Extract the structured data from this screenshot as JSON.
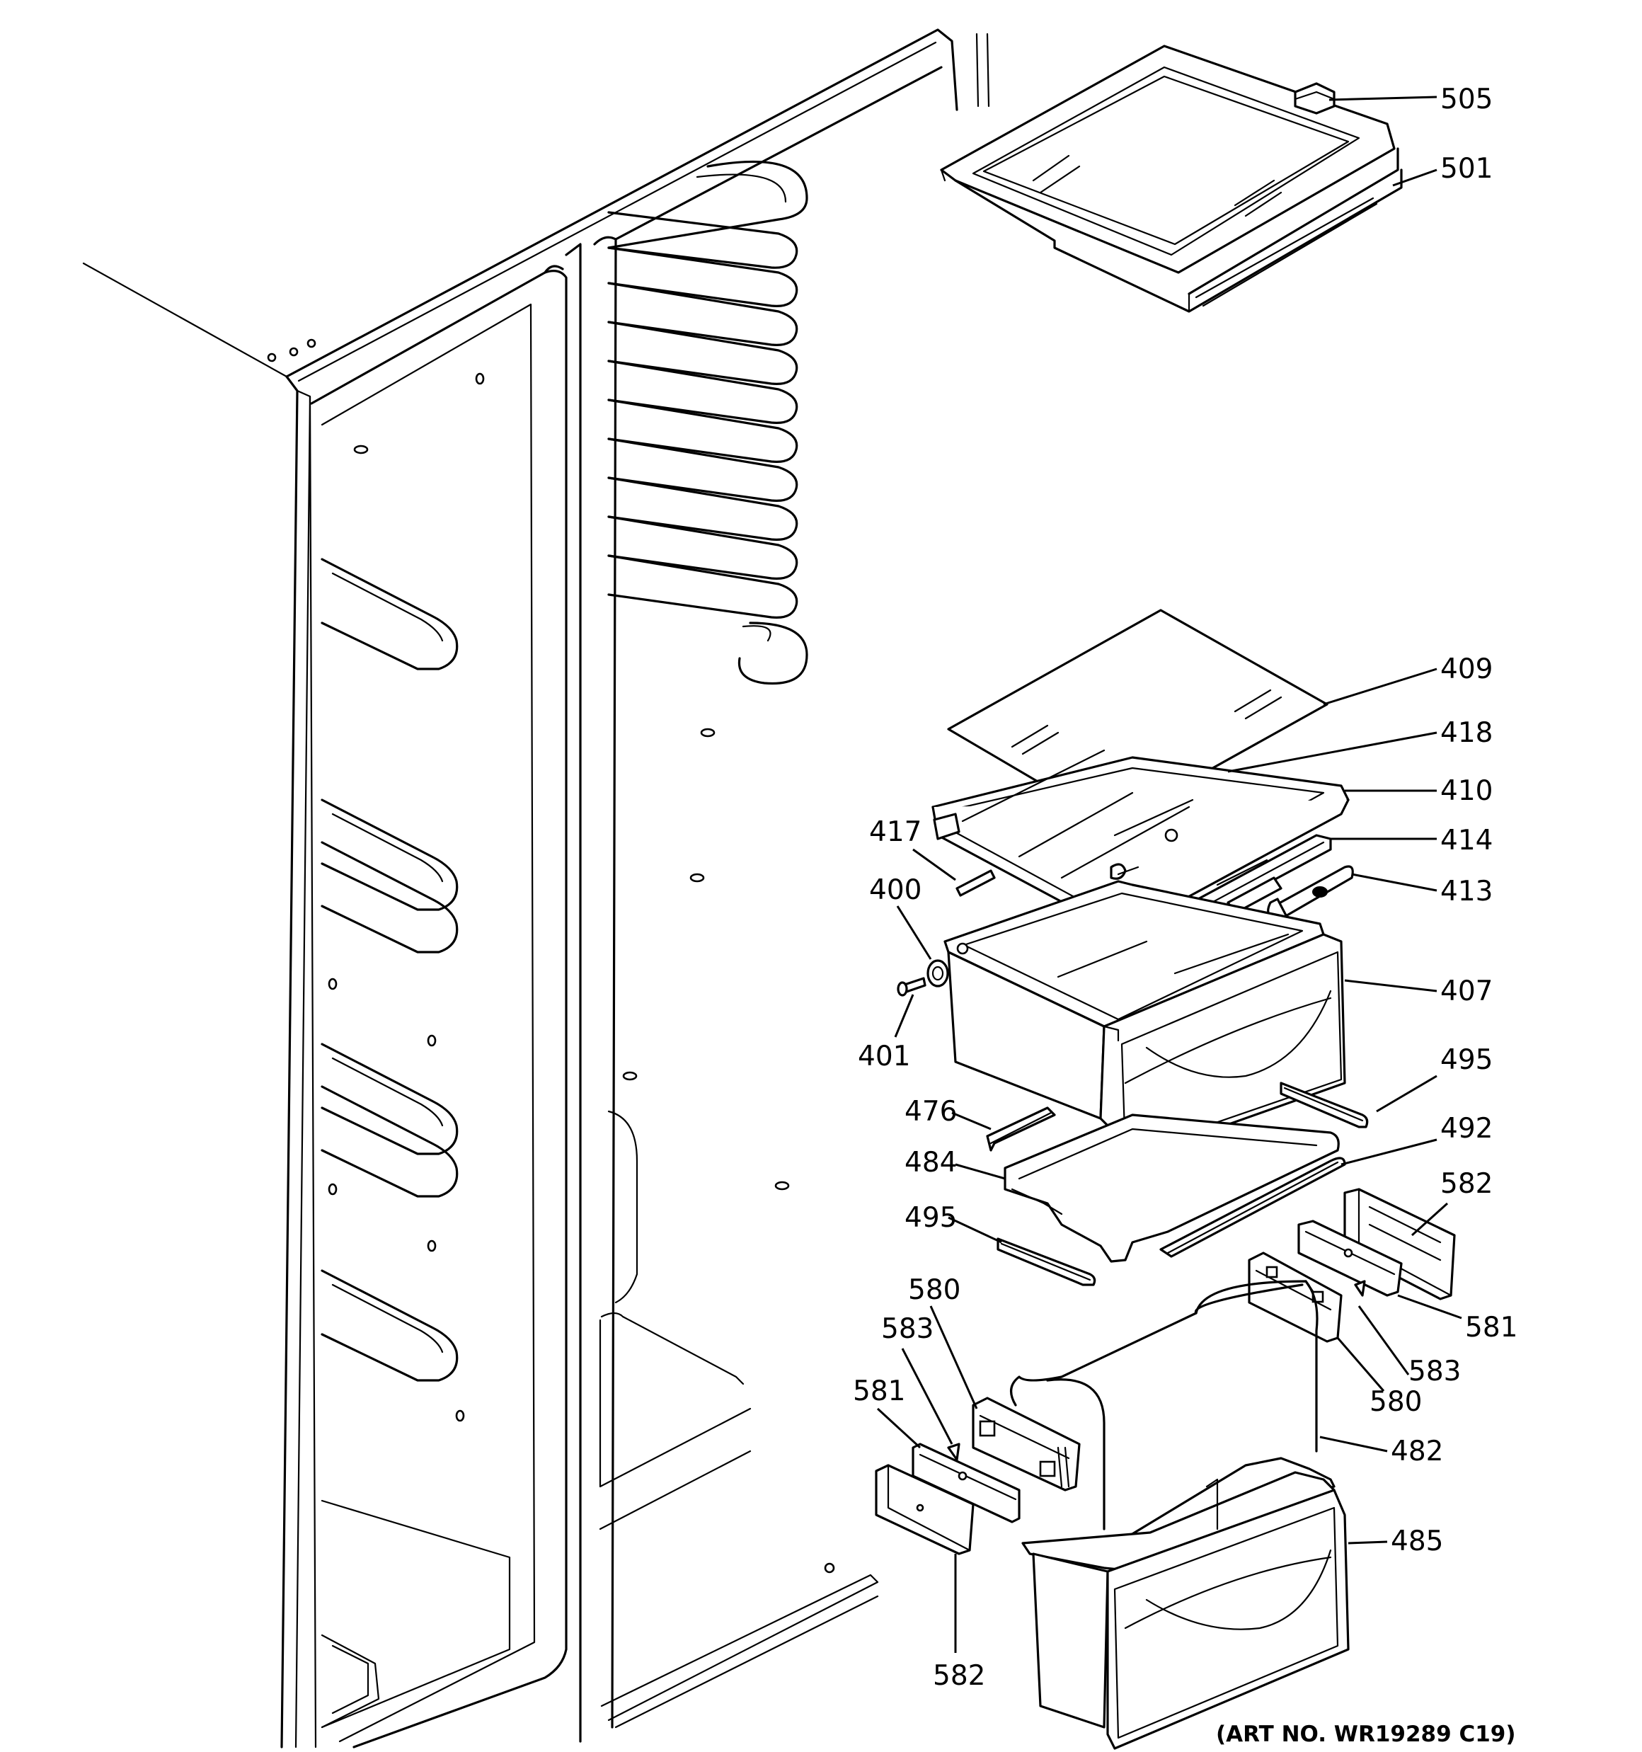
{
  "diagram": {
    "art_number": "(ART NO. WR19289 C19)",
    "callouts": {
      "c505": "505",
      "c501": "501",
      "c409": "409",
      "c418": "418",
      "c410": "410",
      "c414": "414",
      "c413": "413",
      "c417": "417",
      "c400": "400",
      "c401": "401",
      "c407": "407",
      "c495a": "495",
      "c495b": "495",
      "c476": "476",
      "c492": "492",
      "c484": "484",
      "c582a": "582",
      "c582b": "582",
      "c581a": "581",
      "c581b": "581",
      "c583a": "583",
      "c583b": "583",
      "c580a": "580",
      "c580b": "580",
      "c482": "482",
      "c485": "485"
    }
  }
}
